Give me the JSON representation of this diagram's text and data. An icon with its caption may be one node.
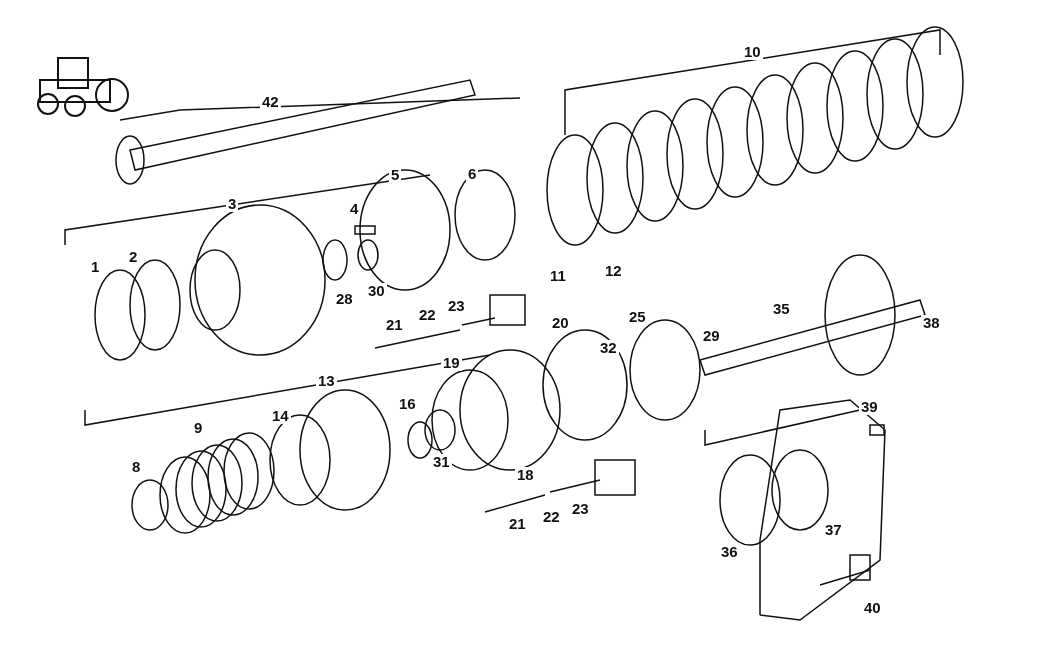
{
  "diagram": {
    "labels": [
      "10",
      "42",
      "5",
      "6",
      "3",
      "4",
      "2",
      "1",
      "12",
      "11",
      "30",
      "28",
      "23",
      "35",
      "25",
      "38",
      "22",
      "21",
      "20",
      "29",
      "32",
      "19",
      "13",
      "16",
      "39",
      "14",
      "9",
      "31",
      "18",
      "8",
      "23",
      "37",
      "22",
      "21",
      "36",
      "40"
    ]
  }
}
